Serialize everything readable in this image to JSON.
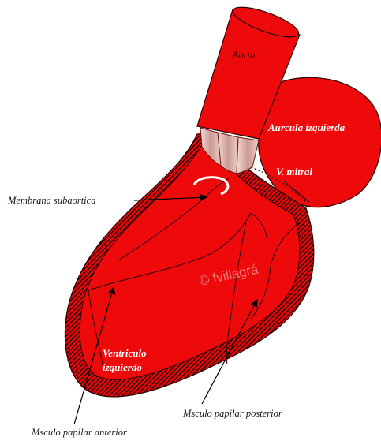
{
  "labels": {
    "aorta": "Aorta",
    "left_atrium": "Aurcula izquierda",
    "mitral_valve": "V. mitral",
    "subaortic_membrane": "Membrana subaortica",
    "left_ventricle_line1": "Ventriculo",
    "left_ventricle_line2": "izquierdo",
    "posterior_papillary": "Msculo papilar posterior",
    "anterior_papillary": "Msculo papilar anterior"
  },
  "watermark": "© fvillagrá",
  "colors": {
    "myocardium": "#ee0a0a",
    "wall_hatch": "#000000",
    "outline": "#2a0000",
    "valve_cusp": "#d9a9a4",
    "membrane": "#ffffff",
    "background": "#ffffff"
  }
}
